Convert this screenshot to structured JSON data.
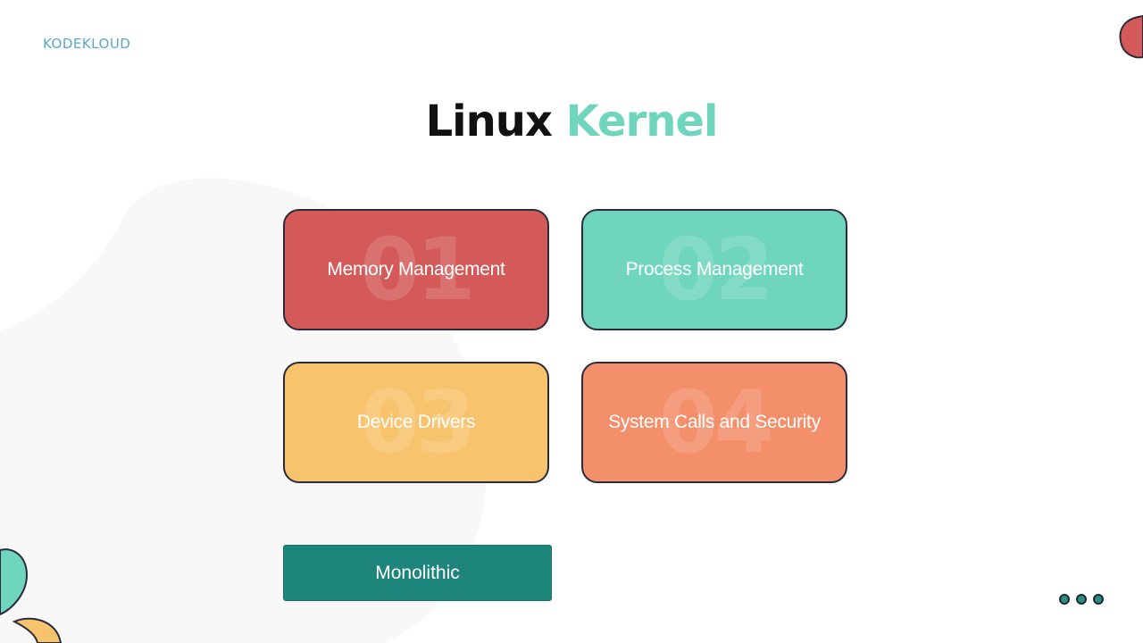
{
  "logo": {
    "text": "KODEKLOUD"
  },
  "title": {
    "word1": "Linux",
    "word2": "Kernel"
  },
  "cards": [
    {
      "number": "01",
      "label": "Memory Management",
      "color": "#d35a59"
    },
    {
      "number": "02",
      "label": "Process Management",
      "color": "#6fd6bd"
    },
    {
      "number": "03",
      "label": "Device Drivers",
      "color": "#f8c36d"
    },
    {
      "number": "04",
      "label": "System Calls and Security",
      "color": "#f48f6b"
    }
  ],
  "monolithic": {
    "label": "Monolithic",
    "color": "#1e857c"
  },
  "pagination": {
    "dots": 3
  },
  "colors": {
    "accent": "#6fd6bd",
    "dark": "#111111"
  }
}
